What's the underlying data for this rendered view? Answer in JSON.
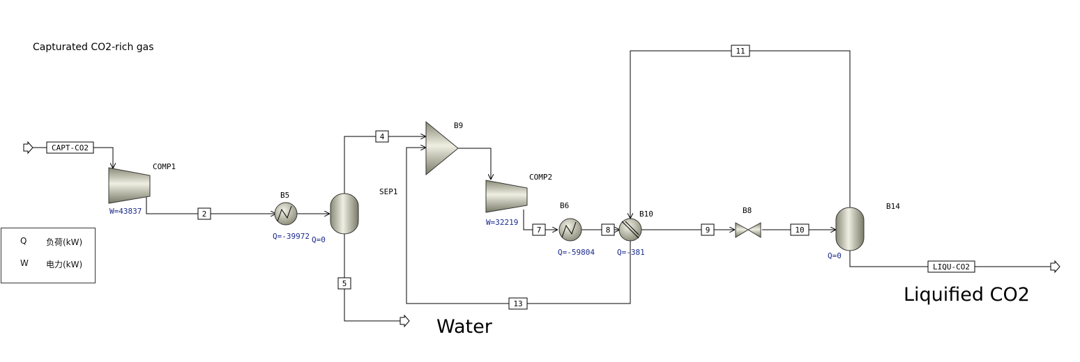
{
  "header_note": "Capturated CO2-rich gas",
  "outputs": {
    "water": "Water",
    "liquified": "Liquified CO2"
  },
  "legend": [
    {
      "key": "Q",
      "desc": "负荷(kW)"
    },
    {
      "key": "W",
      "desc": "电力(kW)"
    }
  ],
  "streams": {
    "feed": "CAPT-CO2",
    "s2": "2",
    "s4": "4",
    "s5": "5",
    "s7": "7",
    "s8": "8",
    "s9": "9",
    "s10": "10",
    "s11": "11",
    "s13": "13",
    "product": "LIQU-CO2"
  },
  "blocks": {
    "comp1": {
      "name": "COMP1",
      "duty": "W=43837"
    },
    "b5": {
      "name": "B5",
      "duty": "Q=-39972"
    },
    "sep1": {
      "name": "SEP1",
      "duty": "Q=0"
    },
    "b9": {
      "name": "B9"
    },
    "comp2": {
      "name": "COMP2",
      "duty": "W=32219"
    },
    "b6": {
      "name": "B6",
      "duty": "Q=-59804"
    },
    "b10": {
      "name": "B10",
      "duty": "Q=-381"
    },
    "b8": {
      "name": "B8"
    },
    "b14": {
      "name": "B14",
      "duty": "Q=0"
    }
  },
  "colors": {
    "line": "#000000",
    "equipment_fill": "#c9c9b8",
    "duty_text": "#1a2a8c"
  }
}
